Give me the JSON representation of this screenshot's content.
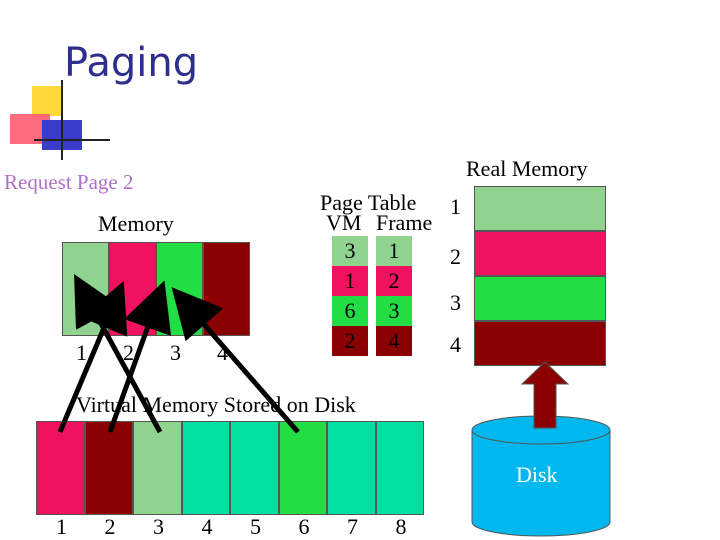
{
  "title": "Paging",
  "request_label": "Request Page 2",
  "memory": {
    "label": "Memory",
    "cells": [
      {
        "number": "1",
        "color": "#8fd38f"
      },
      {
        "number": "2",
        "color": "#f0125e"
      },
      {
        "number": "3",
        "color": "#22dd44"
      },
      {
        "number": "4",
        "color": "#8b0000"
      }
    ]
  },
  "page_table": {
    "title": "Page Table",
    "col_vm": "VM",
    "col_frame": "Frame",
    "rows": [
      {
        "vm": "3",
        "frame": "1",
        "vm_color": "#8fd38f",
        "frame_color": "#8fd38f"
      },
      {
        "vm": "1",
        "frame": "2",
        "vm_color": "#f0125e",
        "frame_color": "#f0125e"
      },
      {
        "vm": "6",
        "frame": "3",
        "vm_color": "#22dd44",
        "frame_color": "#22dd44"
      },
      {
        "vm": "2",
        "frame": "4",
        "vm_color": "#8b0000",
        "frame_color": "#8b0000"
      }
    ]
  },
  "real_memory": {
    "label": "Real Memory",
    "frames": [
      {
        "number": "1",
        "color": "#8fd38f"
      },
      {
        "number": "2",
        "color": "#f0125e"
      },
      {
        "number": "3",
        "color": "#22dd44"
      },
      {
        "number": "4",
        "color": "#8b0000"
      }
    ]
  },
  "virtual_memory": {
    "label": "Virtual Memory Stored on Disk",
    "cells": [
      {
        "number": "1",
        "color": "#f0125e"
      },
      {
        "number": "2",
        "color": "#8b0000"
      },
      {
        "number": "3",
        "color": "#8fd38f"
      },
      {
        "number": "4",
        "color": "#00e0a0"
      },
      {
        "number": "5",
        "color": "#00e0a0"
      },
      {
        "number": "6",
        "color": "#22dd44"
      },
      {
        "number": "7",
        "color": "#00e0a0"
      },
      {
        "number": "8",
        "color": "#00e0a0"
      }
    ]
  },
  "disk_label": "Disk",
  "colors": {
    "title": "#2e2e8c",
    "request": "#b070c8",
    "arrow": "#000000",
    "disk": "#00b8ee",
    "up_arrow": "#8b0000"
  }
}
